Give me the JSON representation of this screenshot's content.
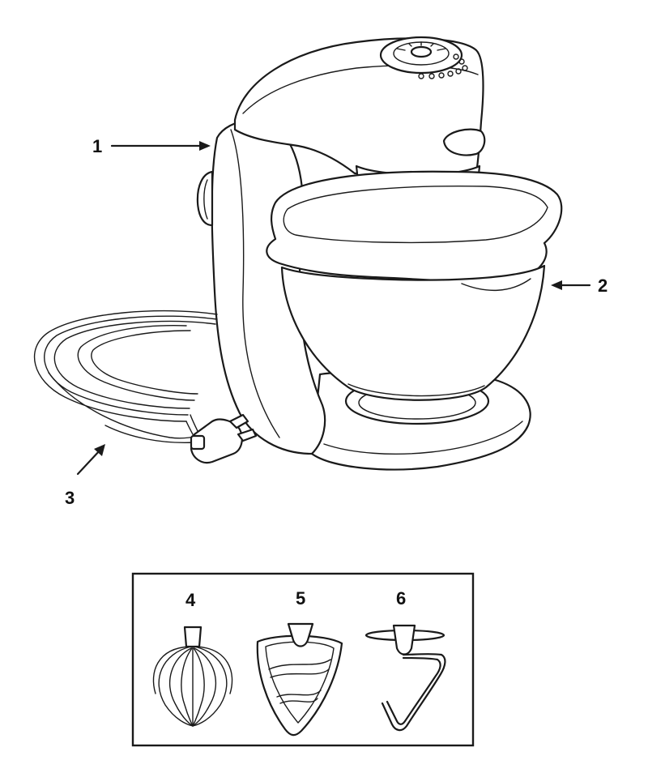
{
  "callouts": {
    "body": "1",
    "bowl": "2",
    "power_cord": "3",
    "whisk": "4",
    "beater": "5",
    "dough_hook": "6"
  },
  "colors": {
    "ink": "#1a1a1a",
    "background": "#ffffff"
  }
}
